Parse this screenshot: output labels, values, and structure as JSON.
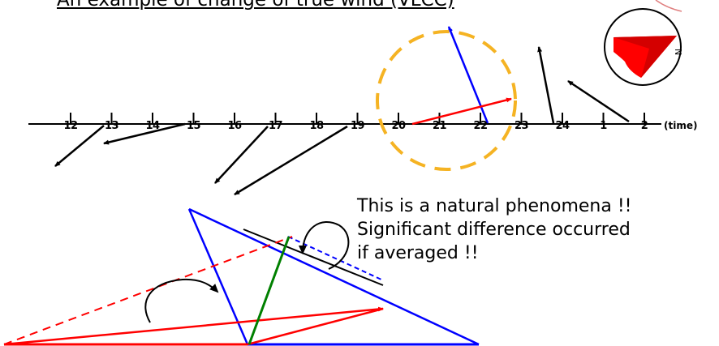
{
  "title": "An example of change of true wind (VLCC)",
  "notes": [
    "This is a natural phenomena !!",
    "Significant difference occurred",
    "if averaged !!"
  ],
  "timeline": {
    "ticks": [
      "12",
      "13",
      "14",
      "15",
      "16",
      "17",
      "18",
      "19",
      "20",
      "21",
      "22",
      "23",
      "24",
      "1",
      "2"
    ],
    "unit_label": "(time)"
  },
  "colors": {
    "wind_vector": "#000000",
    "highlight_red": "#ff0000",
    "highlight_blue": "#0000ff",
    "result_green": "#008000",
    "focus_circle": "#f5b323",
    "badge_ring": "#e08080"
  },
  "icons": [
    "north-compass-icon",
    "rotation-arrow-icon"
  ],
  "compass": {
    "north_letter": "N"
  }
}
